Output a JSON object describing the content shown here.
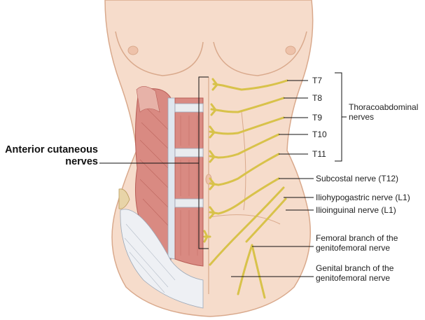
{
  "figure": {
    "left_label": {
      "line1": "Anterior cutaneous",
      "line2": "nerves"
    },
    "thoracic_labels": [
      "T7",
      "T8",
      "T9",
      "T10",
      "T11"
    ],
    "group_label": {
      "line1": "Thoracoabdominal",
      "line2": "nerves"
    },
    "lower_labels": {
      "subcostal": "Subcostal nerve (T12)",
      "iliohypogastric": "Iliohypogastric nerve (L1)",
      "ilioinguinal": "Ilioinguinal nerve (L1)",
      "femoral_line1": "Femoral branch of the",
      "femoral_line2": "genitofemoral nerve",
      "genital_line1": "Genital branch of the",
      "genital_line2": "genitofemoral nerve"
    }
  },
  "colors": {
    "skin": "#f6dccb",
    "skin_outline": "#d9a98c",
    "muscle": "#d98a82",
    "muscle_dark": "#b85e57",
    "tendon": "#e9ecef",
    "nerve": "#d8c24a",
    "nerve_outline": "#8a7a20",
    "leader": "#111111"
  }
}
